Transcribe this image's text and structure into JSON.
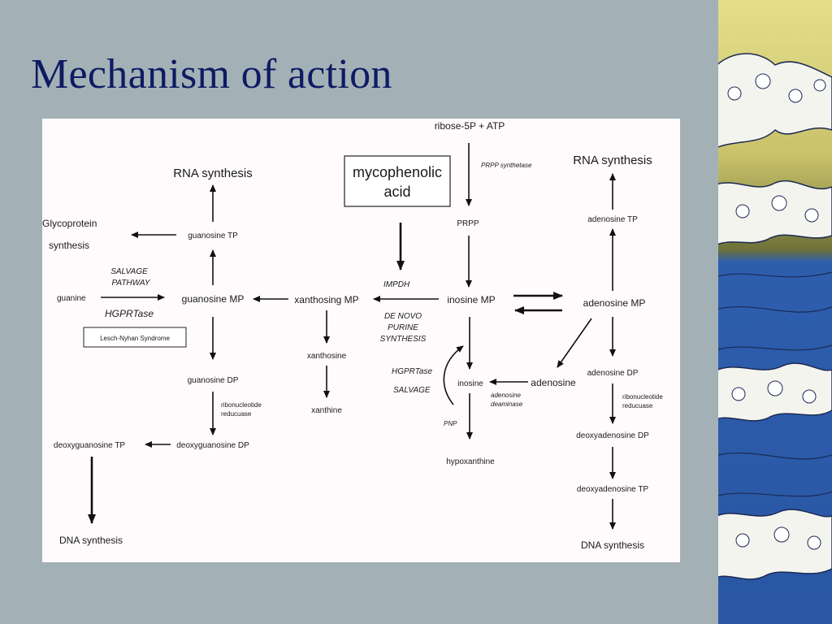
{
  "slide": {
    "title": "Mechanism of action"
  },
  "diagram": {
    "ribose": "ribose-5P + ATP",
    "prpp_synthetase": "PRPP synthetase",
    "prpp": "PRPP",
    "myco_line1": "mycophenolic",
    "myco_line2": "acid",
    "impdh": "IMPDH",
    "denovo_1": "DE NOVO",
    "denovo_2": "PURINE",
    "denovo_3": "SYNTHESIS",
    "inosine_mp": "inosine MP",
    "xanthosine_mp": "xanthosing MP",
    "xanthosine": "xanthosine",
    "xanthine": "xanthine",
    "guanosine_mp": "guanosine MP",
    "guanosine_tp": "guanosine TP",
    "guanosine_dp": "guanosine DP",
    "rna_left": "RNA synthesis",
    "glyco_1": "Glycoprotein",
    "glyco_2": "synthesis",
    "salvage_1": "SALVAGE",
    "salvage_2": "PATHWAY",
    "guanine": "guanine",
    "hgprtase_left": "HGPRTase",
    "lesch_nyhan": "Lesch-Nyhan Syndrome",
    "ribonuc_left_1": "ribonucleotide",
    "ribonuc_left_2": "reducuase",
    "deoxyguanosine_dp": "deoxyguanosine DP",
    "deoxyguanosine_tp": "deoxyguanosine TP",
    "dna_left": "DNA synthesis",
    "hgprtase_mid": "HGPRTase",
    "salvage_mid": "SALVAGE",
    "inosine": "inosine",
    "adenosine": "adenosine",
    "adenosine_deaminase_1": "adenosine",
    "adenosine_deaminase_2": "deaminase",
    "pnp": "PNP",
    "hypoxanthine": "hypoxanthine",
    "rna_right": "RNA synthesis",
    "adenosine_tp": "adenosine TP",
    "adenosine_mp": "adenosine MP",
    "adenosine_dp": "adenosine DP",
    "ribonuc_right_1": "ribonucleotide",
    "ribonuc_right_2": "reducuase",
    "deoxyadenosine_dp": "deoxyadenosine DP",
    "deoxyadenosine_tp": "deoxyadenosine TP",
    "dna_right": "DNA synthesis"
  },
  "colors": {
    "background": "#a3b1b6",
    "title": "#0e1b63",
    "figure_bg": "#fffbfc",
    "wave_blue": "#2c5fb3",
    "wave_olive": "#7c7f3a",
    "wave_yellow": "#dcd57a"
  }
}
